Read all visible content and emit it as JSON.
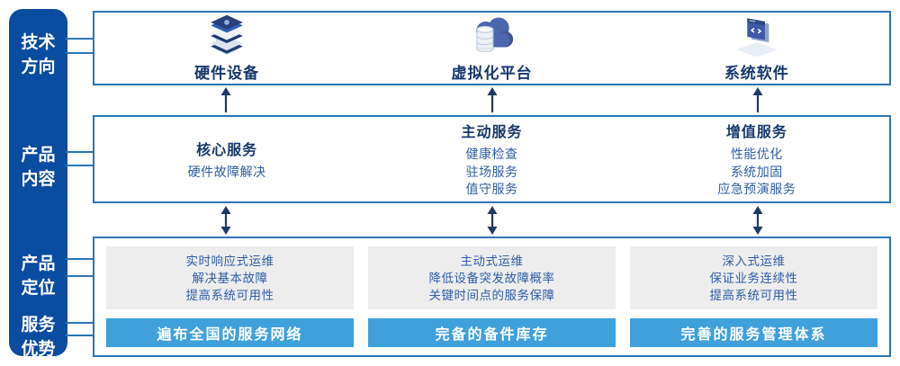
{
  "sidebar": {
    "items": [
      {
        "label": "技术方向"
      },
      {
        "label": "产品内容"
      },
      {
        "label": "产品定位"
      },
      {
        "label": "服务优势"
      }
    ]
  },
  "tech_row": {
    "items": [
      {
        "icon": "server-stack-icon",
        "label": "硬件设备"
      },
      {
        "icon": "cloud-database-icon",
        "label": "虚拟化平台"
      },
      {
        "icon": "software-window-icon",
        "label": "系统软件"
      }
    ]
  },
  "content_row": {
    "columns": [
      {
        "title": "核心服务",
        "items": [
          "硬件故障解决"
        ]
      },
      {
        "title": "主动服务",
        "items": [
          "健康检查",
          "驻场服务",
          "值守服务"
        ]
      },
      {
        "title": "增值服务",
        "items": [
          "性能优化",
          "系统加固",
          "应急预演服务"
        ]
      }
    ]
  },
  "position_row": {
    "columns": [
      {
        "points": [
          "实时响应式运维",
          "解决基本故障",
          "提高系统可用性"
        ],
        "banner": "遍布全国的服务网络"
      },
      {
        "points": [
          "主动式运维",
          "降低设备突发故障概率",
          "关键时间点的服务保障"
        ],
        "banner": "完备的备件库存"
      },
      {
        "points": [
          "深入式运维",
          "保证业务连续性",
          "提高系统可用性"
        ],
        "banner": "完善的服务管理体系"
      }
    ]
  },
  "colors": {
    "sidebar_bg": "#0A4CA0",
    "box_border": "#2E74B5",
    "heading_text": "#17386C",
    "item_text": "#2E5DA6",
    "arrow": "#1F3864",
    "banner_bg": "#3FA0DC",
    "gray_card_bg": "#EDEDED"
  }
}
